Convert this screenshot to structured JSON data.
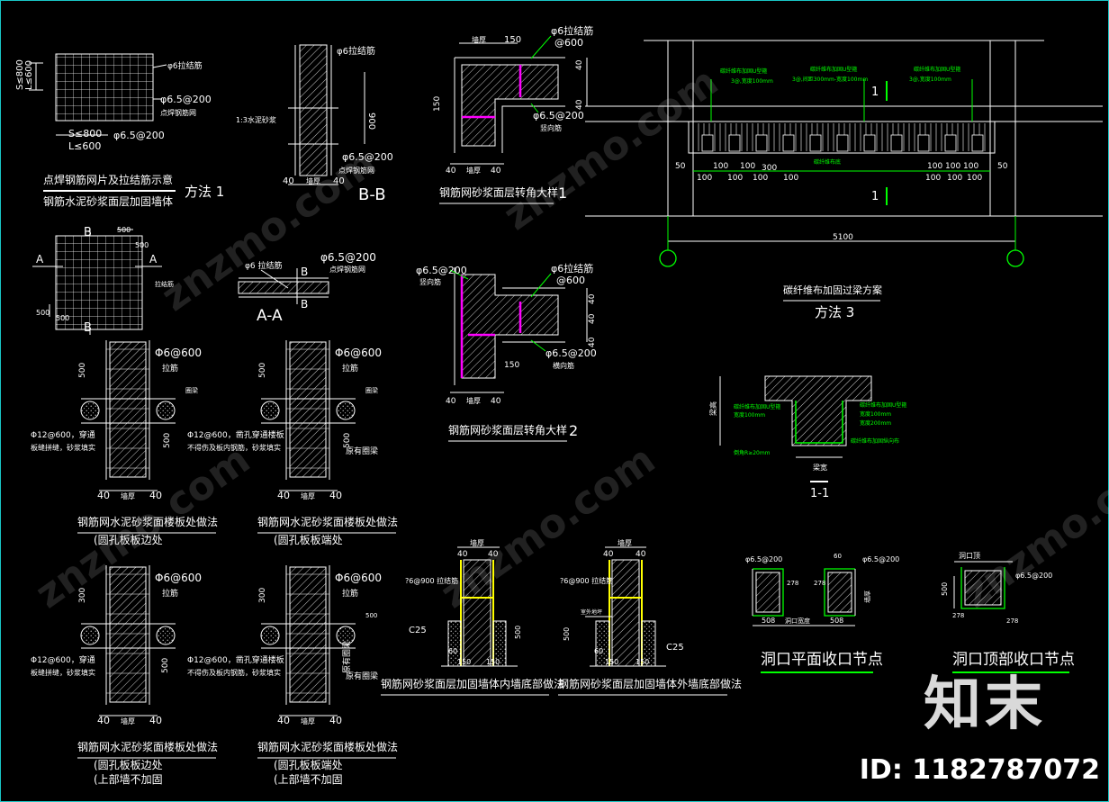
{
  "watermark": {
    "logo": "知末",
    "id": "ID: 1182787072",
    "diagonal": "znzmo.com"
  },
  "colors": {
    "line": "#ffffff",
    "green": "#00ff00",
    "magenta": "#ff00ff",
    "yellow": "#ffff00",
    "cyan": "#00ffff",
    "border": "#19c6c6"
  },
  "method1": {
    "mesh_dims": [
      "S≤800",
      "L≤600",
      "S≤800",
      "L≤600"
    ],
    "mesh_labels": [
      "φ6拉结筋",
      "φ6.5@200",
      "点焊钢筋网",
      "φ6.5@200"
    ],
    "title": "点焊钢筋网片及拉结筋示意",
    "subtitle": "钢筋水泥砂浆面层加固墙体",
    "method": "方法 1",
    "bb_labels": [
      "φ6拉结筋",
      "900",
      "1:3水泥砂浆",
      "φ6.5@200",
      "点焊钢筋网",
      "40",
      "墙厚",
      "40"
    ],
    "bb_title": "B-B",
    "plan_labels": [
      "B",
      "A",
      "A",
      "B",
      "500",
      "500",
      "500",
      "500",
      "拉结筋"
    ],
    "aa_labels": [
      "φ6 拉结筋",
      "φ6.5@200",
      "点焊钢筋网",
      "B",
      "B"
    ],
    "aa_title": "A-A"
  },
  "corner1": {
    "labels": [
      "150",
      "墙厚",
      "φ6拉结筋",
      "@600",
      "40",
      "40",
      "150",
      "φ6.5@200",
      "竖向筋",
      "40",
      "墙厚",
      "40"
    ],
    "title": "钢筋网砂浆面层转角大样",
    "num": "1"
  },
  "corner2": {
    "labels": [
      "φ6.5@200",
      "竖向筋",
      "φ6拉结筋",
      "@600",
      "40",
      "40",
      "40",
      "150",
      "φ6.5@200",
      "横向筋",
      "40",
      "墙厚",
      "40"
    ],
    "title": "钢筋网砂浆面层转角大样",
    "num": "2"
  },
  "method3": {
    "top_labels": [
      "碳纤维布加固U型箍",
      "3@,宽度100mm",
      "碳纤维布加固U型箍",
      "3@,间距300mm-宽度100mm",
      "碳纤维布加固U型箍",
      "3@,宽度100mm"
    ],
    "dims": [
      "50",
      "100",
      "100",
      "100",
      "100",
      "300",
      "100",
      "100",
      "100",
      "100",
      "50",
      "100",
      "100",
      "100",
      "100",
      "100",
      "5100"
    ],
    "section_marks": [
      "1",
      "1"
    ],
    "title": "碳纤维布加固过梁方案",
    "method": "方法 3",
    "bottom_label": "碳纤维布底",
    "section_labels": [
      "碳纤维布加固U型箍",
      "宽度100mm",
      "碳纤维布加固U型箍",
      "宽度100mm",
      "宽度200mm",
      "碳纤维布加固纵向布",
      "倒角R≥20mm",
      "梁宽",
      "梁高"
    ],
    "section_title": "1-1"
  },
  "floor_details": [
    {
      "labels": [
        "500",
        "Φ6@600",
        "拉筋",
        "圈梁",
        "500",
        "40",
        "墙厚",
        "40"
      ],
      "note": [
        "Φ12@600，穿通",
        "板缝拼缝，砂浆填实"
      ],
      "title": "钢筋网水泥砂浆面楼板处做法",
      "sub": [
        "(圆孔板板边处"
      ]
    },
    {
      "labels": [
        "500",
        "Φ6@600",
        "拉筋",
        "圈梁",
        "500",
        "原有圈梁",
        "40",
        "墙厚",
        "40"
      ],
      "note": [
        "Φ12@600，凿孔穿通楼板",
        "不得伤及板内钢筋，砂浆填实"
      ],
      "title": "钢筋网水泥砂浆面楼板处做法",
      "sub": [
        "(圆孔板板端处"
      ]
    },
    {
      "labels": [
        "300",
        "Φ6@600",
        "拉筋",
        "500",
        "40",
        "墙厚",
        "40"
      ],
      "note": [
        "Φ12@600，穿通",
        "板缝拼缝，砂浆填实"
      ],
      "title": "钢筋网水泥砂浆面楼板处做法",
      "sub": [
        "(圆孔板板边处",
        "(上部墙不加固"
      ]
    },
    {
      "labels": [
        "300",
        "Φ6@600",
        "拉筋",
        "500",
        "原有圈梁",
        "40",
        "墙厚",
        "40"
      ],
      "note": [
        "Φ12@600，凿孔穿通楼板",
        "不得伤及板内钢筋，砂浆填实"
      ],
      "title": "钢筋网水泥砂浆面楼板处做法",
      "sub": [
        "(圆孔板板端处",
        "(上部墙不加固"
      ]
    }
  ],
  "base_details": [
    {
      "labels": [
        "墙厚",
        "40",
        "40",
        "?6@900 拉结筋",
        "C25",
        "60",
        "150",
        "150",
        "500"
      ],
      "title": "钢筋网砂浆面层加固墙体内墙底部做法"
    },
    {
      "labels": [
        "墙厚",
        "40",
        "40",
        "?6@900 拉结筋",
        "室外地坪",
        "500",
        "C25",
        "60",
        "150",
        "150"
      ],
      "title": "钢筋网砂浆面层加固墙体外墙底部做法"
    }
  ],
  "opening_plan": {
    "labels": [
      "φ6.5@200",
      "60",
      "φ6.5@200",
      "墙厚",
      "278",
      "278",
      "508",
      "洞口宽度",
      "508"
    ],
    "title": "洞口平面收口节点"
  },
  "opening_top": {
    "labels": [
      "洞口顶",
      "φ6.5@200",
      "500",
      "278",
      "278"
    ],
    "title": "洞口顶部收口节点"
  }
}
